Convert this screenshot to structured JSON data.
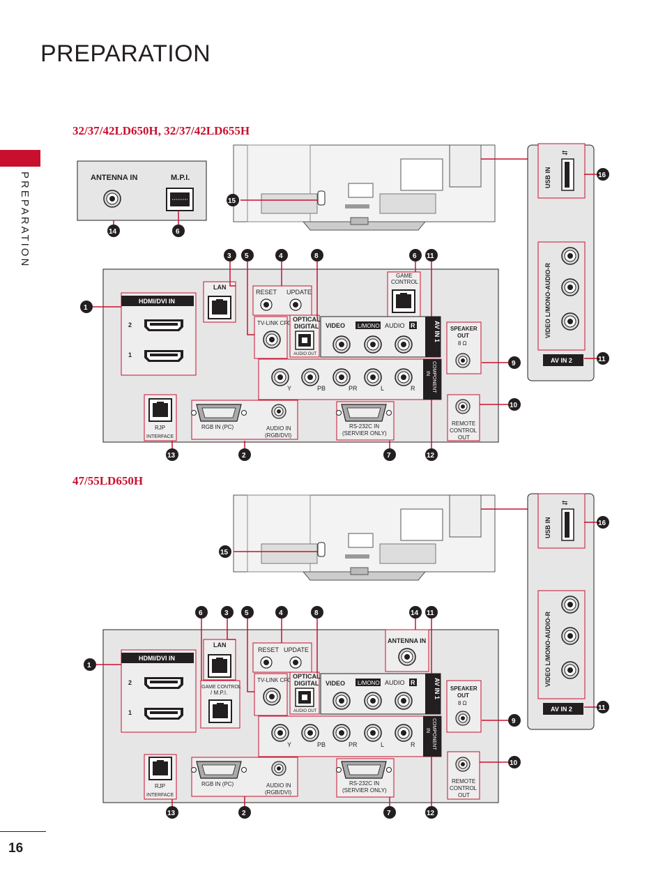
{
  "page": {
    "title": "PREPARATION",
    "side_label": "PREPARATION",
    "page_number": "16"
  },
  "sections": [
    {
      "model": "32/37/42LD650H, 32/37/42LD655H"
    },
    {
      "model": "47/55LD650H"
    }
  ],
  "labels": {
    "antenna_in": "ANTENNA IN",
    "mpi": "M.P.I.",
    "hdmi_dvi_in": "HDMI/DVI IN",
    "hdmi_1": "1",
    "hdmi_2": "2",
    "lan": "LAN",
    "reset": "RESET",
    "update": "UPDATE",
    "tv_link_cfg": "TV-LINK CFG",
    "optical": "OPTICAL",
    "digital": "DIGITAL",
    "audio_out": "AUDIO OUT",
    "game_control": "GAME",
    "game_control_2": "CONTROL",
    "game_control_mpi": "GAME CONTROL",
    "game_control_mpi_2": "/ M.P.I.",
    "video": "VIDEO",
    "l_mono": "L/MONO",
    "audio": "AUDIO",
    "r": "R",
    "av_in_1": "AV IN 1",
    "av_in_2": "AV IN 2",
    "component_in": "COMPONENT",
    "component_in_2": "IN",
    "y": "Y",
    "pb": "PB",
    "pr": "PR",
    "l": "L",
    "speaker_out": "SPEAKER",
    "speaker_out_2": "OUT",
    "speaker_ohm": "8 Ω",
    "rjp": "RJP",
    "interface": "INTERFACE",
    "rgb_in": "RGB IN (PC)",
    "audio_in": "AUDIO IN",
    "audio_in_2": "(RGB/DVI)",
    "rs232c": "RS-232C IN",
    "rs232c_2": "(SERVIER ONLY)",
    "remote_control": "REMOTE",
    "remote_control_2": "CONTROL",
    "remote_control_3": "OUT",
    "usb_in": "USB IN",
    "side_audio": "VIDEO  L/MONO-AUDIO-R"
  },
  "callouts": [
    "1",
    "2",
    "3",
    "4",
    "5",
    "6",
    "7",
    "8",
    "9",
    "10",
    "11",
    "12",
    "13",
    "14",
    "15",
    "16"
  ],
  "colors": {
    "accent": "#c8102e",
    "panel": "#e6e6e6",
    "dark": "#231f20"
  }
}
